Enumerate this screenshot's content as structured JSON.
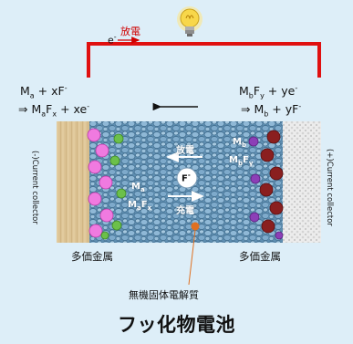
{
  "diagram": {
    "title": "フッ化物電池",
    "electron_label": "e",
    "electron_sup": "-",
    "discharge_top": "放電",
    "left_reaction": {
      "line1": {
        "m": "M",
        "sub": "a",
        "rest": " + xF",
        "sup": "-"
      },
      "line2": {
        "arrow": "⇒ ",
        "m": "M",
        "sub1": "a",
        "f": "F",
        "sub2": "x",
        "rest": " + xe",
        "sup": "-"
      }
    },
    "right_reaction": {
      "line1": {
        "m": "M",
        "sub1": "b",
        "f": "F",
        "sub2": "y",
        "rest": " + ye",
        "sup": "-"
      },
      "line2": {
        "arrow": "⇒ ",
        "m": "M",
        "sub": "b",
        "rest": " + yF",
        "sup": "-"
      }
    },
    "left_collector": "(-)Current collector",
    "right_collector": "(+)Current collector",
    "left_metal": "多価金属",
    "right_metal": "多価金属",
    "electrolyte": "無機固体電解質",
    "cell_discharge": "放電",
    "cell_charge": "充電",
    "fluoride_ion": "F",
    "fluoride_sup": "-",
    "ma_label": "M",
    "ma_sub": "a",
    "maf_label": "M",
    "maf_sub1": "a",
    "maf_f": "F",
    "maf_sub2": "x",
    "mb_label": "M",
    "mb_sub": "b",
    "mbf_label": "M",
    "mbf_sub1": "b",
    "mbf_f": "F",
    "mbf_sub2": "y",
    "colors": {
      "background": "#ddeef8",
      "wire": "#e01010",
      "electrolyte": "#5f8fb2",
      "left_collector": "#d9c08e",
      "right_collector": "#e9e9e9",
      "left_particles": "#f07ae0",
      "right_particles": "#8a1f1f",
      "bulb": "#f8d74a",
      "arrow_red": "#d00000"
    }
  }
}
